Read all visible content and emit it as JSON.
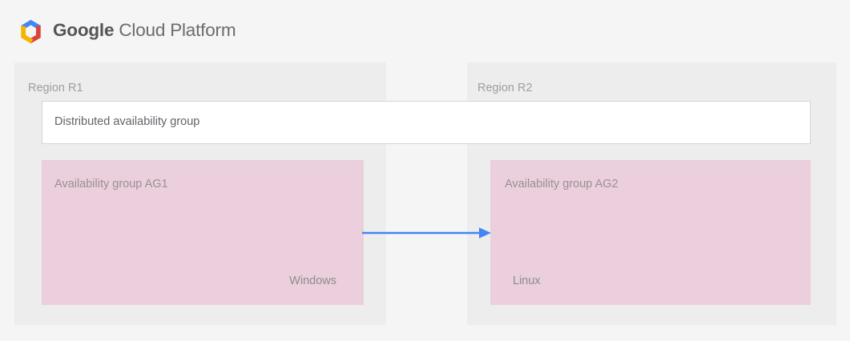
{
  "header": {
    "logo_icon": "google-cloud-hexagon-icon",
    "brand_strong": "Google",
    "brand_light": " Cloud Platform",
    "logo_colors": {
      "blue": "#4285f4",
      "red": "#db4437",
      "yellow": "#f4b400",
      "center": "#f5f5f5"
    }
  },
  "diagram": {
    "page_background": "#f5f5f5",
    "region_panel_background": "#ededed",
    "availability_group_color": "#ebcfdc",
    "arrow_color": "#4285f4",
    "regions": [
      {
        "label": "Region R1"
      },
      {
        "label": "Region R2"
      }
    ],
    "distributed_group": {
      "label": "Distributed availability group"
    },
    "availability_groups": [
      {
        "title": "Availability group AG1",
        "os": "Windows"
      },
      {
        "title": "Availability group AG2",
        "os": "Linux"
      }
    ],
    "connector": {
      "name": "replication-arrow",
      "direction": "left-to-right"
    }
  }
}
